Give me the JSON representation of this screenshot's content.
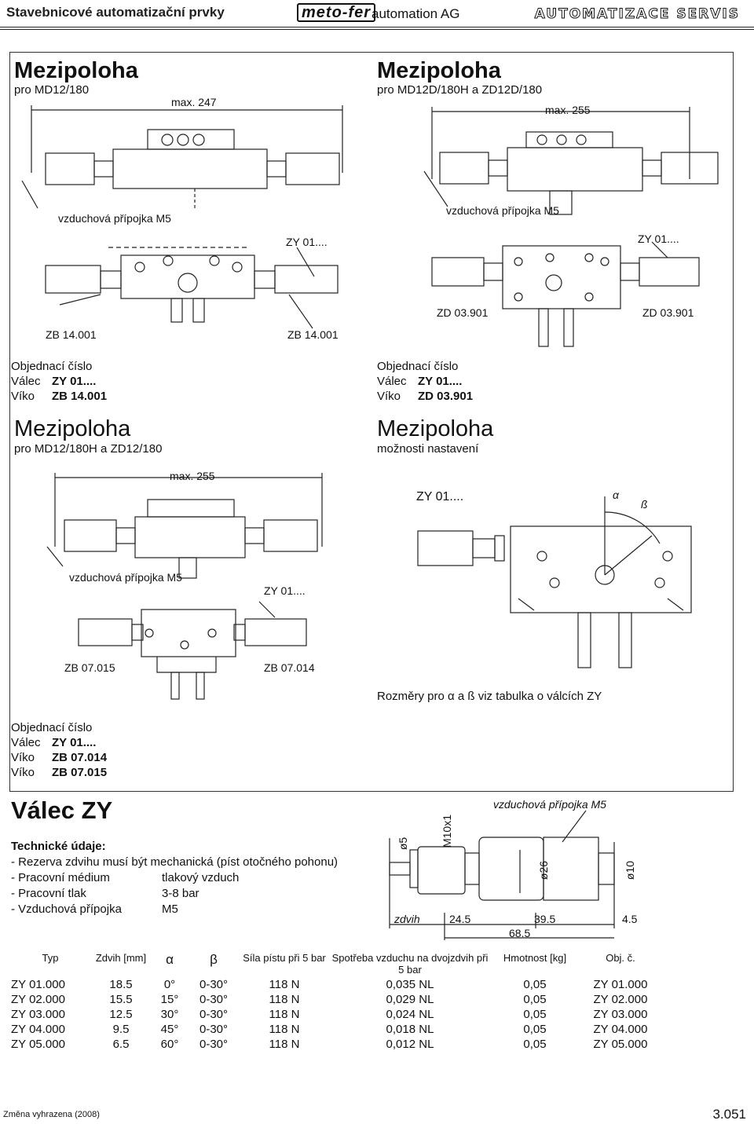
{
  "header": {
    "title": "Stavebnicové automatizační prvky",
    "logo": "meto-fer",
    "company": "automation AG",
    "brand": "AUTOMATIZACE SERVIS"
  },
  "sections": {
    "s1": {
      "title": "Mezipoloha",
      "subtitle": "pro MD12/180",
      "dim": "max. 247",
      "air": "vzduchová přípojka M5",
      "part_label": "ZY 01....",
      "cap_left": "ZB 14.001",
      "cap_right": "ZB 14.001",
      "order_title": "Objednací číslo",
      "order": [
        {
          "key": "Válec",
          "val": "ZY 01...."
        },
        {
          "key": "Víko",
          "val": "ZB 14.001"
        }
      ]
    },
    "s2": {
      "title": "Mezipoloha",
      "subtitle": "pro MD12D/180H a ZD12D/180",
      "dim": "max. 255",
      "air": "vzduchová přípojka M5",
      "part_label": "ZY 01....",
      "cap_left": "ZD 03.901",
      "cap_right": "ZD 03.901",
      "order_title": "Objednací číslo",
      "order": [
        {
          "key": "Válec",
          "val": "ZY 01...."
        },
        {
          "key": "Víko",
          "val": "ZD 03.901"
        }
      ]
    },
    "s3": {
      "title": "Mezipoloha",
      "subtitle": "pro MD12/180H a ZD12/180",
      "dim": "max. 255",
      "air": "vzduchová přípojka M5",
      "part_label": "ZY 01....",
      "cap_left": "ZB 07.015",
      "cap_right": "ZB 07.014",
      "order_title": "Objednací číslo",
      "order": [
        {
          "key": "Válec",
          "val": "ZY 01...."
        },
        {
          "key": "Víko",
          "val": "ZB 07.014"
        },
        {
          "key": "Víko",
          "val": "ZB 07.015"
        }
      ]
    },
    "s4": {
      "title": "Mezipoloha",
      "subtitle": "možnosti nastavení",
      "part_label": "ZY 01....",
      "alpha": "α",
      "beta": "ß",
      "note": "Rozměry pro α a ß viz tabulka o válcích ZY"
    }
  },
  "valec": {
    "title": "Válec ZY",
    "tech_title": "Technické údaje:",
    "tech": [
      {
        "label": "-  Rezerva zdvihu musí být mechanická (píst otočného pohonu)",
        "value": ""
      },
      {
        "label": "-  Pracovní médium",
        "value": "tlakový vzduch"
      },
      {
        "label": "-  Pracovní tlak",
        "value": "3-8 bar"
      },
      {
        "label": "-  Vzduchová přípojka",
        "value": "M5"
      }
    ],
    "drawing": {
      "air": "vzduchová přípojka M5",
      "d5": "ø5",
      "thread": "M10x1",
      "d26": "ø26",
      "d10": "ø10",
      "zdvih": "zdvih",
      "dim1": "24.5",
      "dim2": "39.5",
      "dim3": "4.5",
      "total": "68.5"
    }
  },
  "table": {
    "headers": [
      "Typ",
      "Zdvih [mm]",
      "α",
      "β",
      "Síla pístu při 5 bar",
      "Spotřeba vzduchu na dvojzdvih při 5 bar",
      "Hmotnost [kg]",
      "Obj. č."
    ],
    "rows": [
      [
        "ZY 01.000",
        "18.5",
        "0°",
        "0-30°",
        "118 N",
        "0,035 NL",
        "0,05",
        "ZY 01.000"
      ],
      [
        "ZY 02.000",
        "15.5",
        "15°",
        "0-30°",
        "118 N",
        "0,029 NL",
        "0,05",
        "ZY 02.000"
      ],
      [
        "ZY 03.000",
        "12.5",
        "30°",
        "0-30°",
        "118 N",
        "0,024 NL",
        "0,05",
        "ZY 03.000"
      ],
      [
        "ZY 04.000",
        "9.5",
        "45°",
        "0-30°",
        "118 N",
        "0,018 NL",
        "0,05",
        "ZY 04.000"
      ],
      [
        "ZY 05.000",
        "6.5",
        "60°",
        "0-30°",
        "118 N",
        "0,012 NL",
        "0,05",
        "ZY 05.000"
      ]
    ]
  },
  "footer": {
    "left": "Změna vyhrazena (2008)",
    "right": "3.051"
  }
}
